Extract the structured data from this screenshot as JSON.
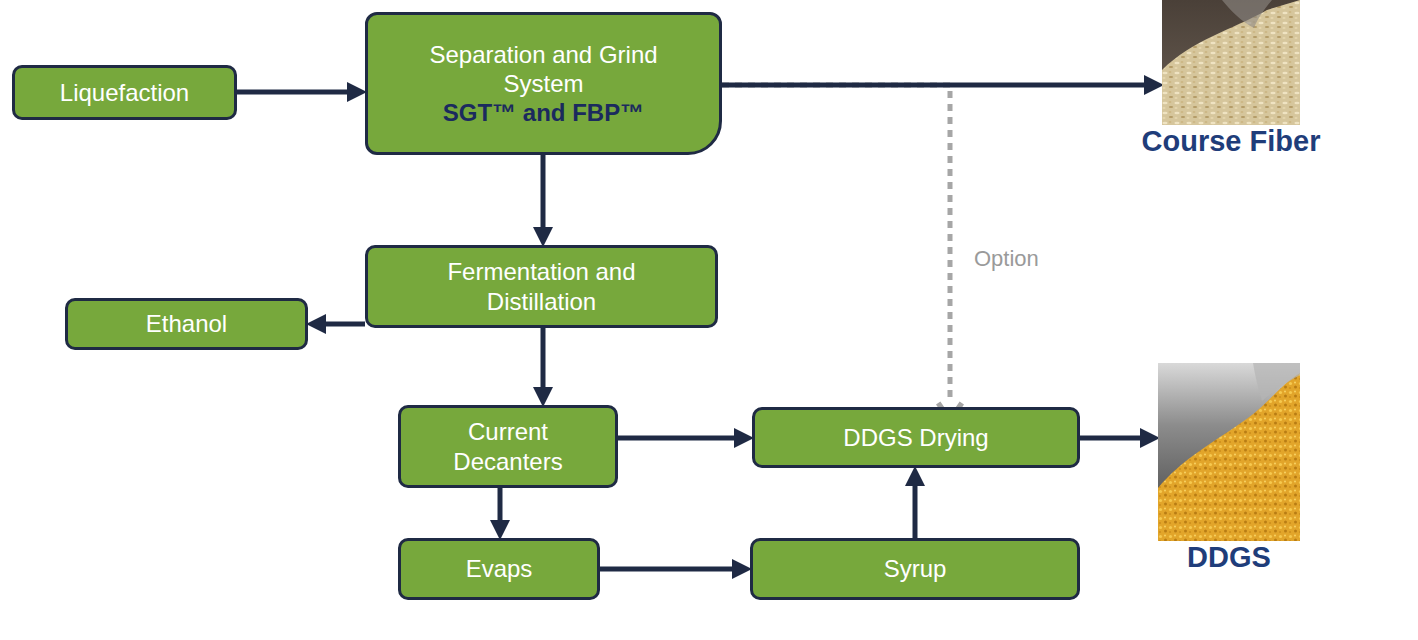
{
  "diagram": {
    "nodes": [
      {
        "text": [
          "Liquefaction"
        ]
      },
      {
        "text": [
          "Separation and Grind System",
          "SGT™ and FBP™"
        ]
      },
      {
        "text": [
          "Fermentation and Distillation"
        ]
      },
      {
        "text": [
          "Ethanol"
        ]
      },
      {
        "text": [
          "Current Decanters"
        ]
      },
      {
        "text": [
          "DDGS Drying"
        ]
      },
      {
        "text": [
          "Evaps"
        ]
      },
      {
        "text": [
          "Syrup"
        ]
      },
      {
        "text": [
          "Course Fiber"
        ]
      },
      {
        "text": [
          "DDGS"
        ]
      }
    ],
    "edges": [
      {
        "from": 0,
        "to": 1,
        "arrow": "to"
      },
      {
        "from": 1,
        "to": 8,
        "arrow": "to"
      },
      {
        "from": 1,
        "to": 2,
        "arrow": "to"
      },
      {
        "from": 2,
        "to": 3,
        "arrow": "to"
      },
      {
        "from": 2,
        "to": 4,
        "arrow": "to"
      },
      {
        "from": 4,
        "to": 5,
        "arrow": "to"
      },
      {
        "from": 4,
        "to": 6,
        "arrow": "to"
      },
      {
        "from": 6,
        "to": 7,
        "arrow": "to"
      },
      {
        "from": 7,
        "to": 5,
        "arrow": "to"
      },
      {
        "from": 5,
        "to": 9,
        "arrow": "to"
      },
      {
        "from": 1,
        "to": 5,
        "label": "Option",
        "arrow": "to"
      }
    ]
  }
}
